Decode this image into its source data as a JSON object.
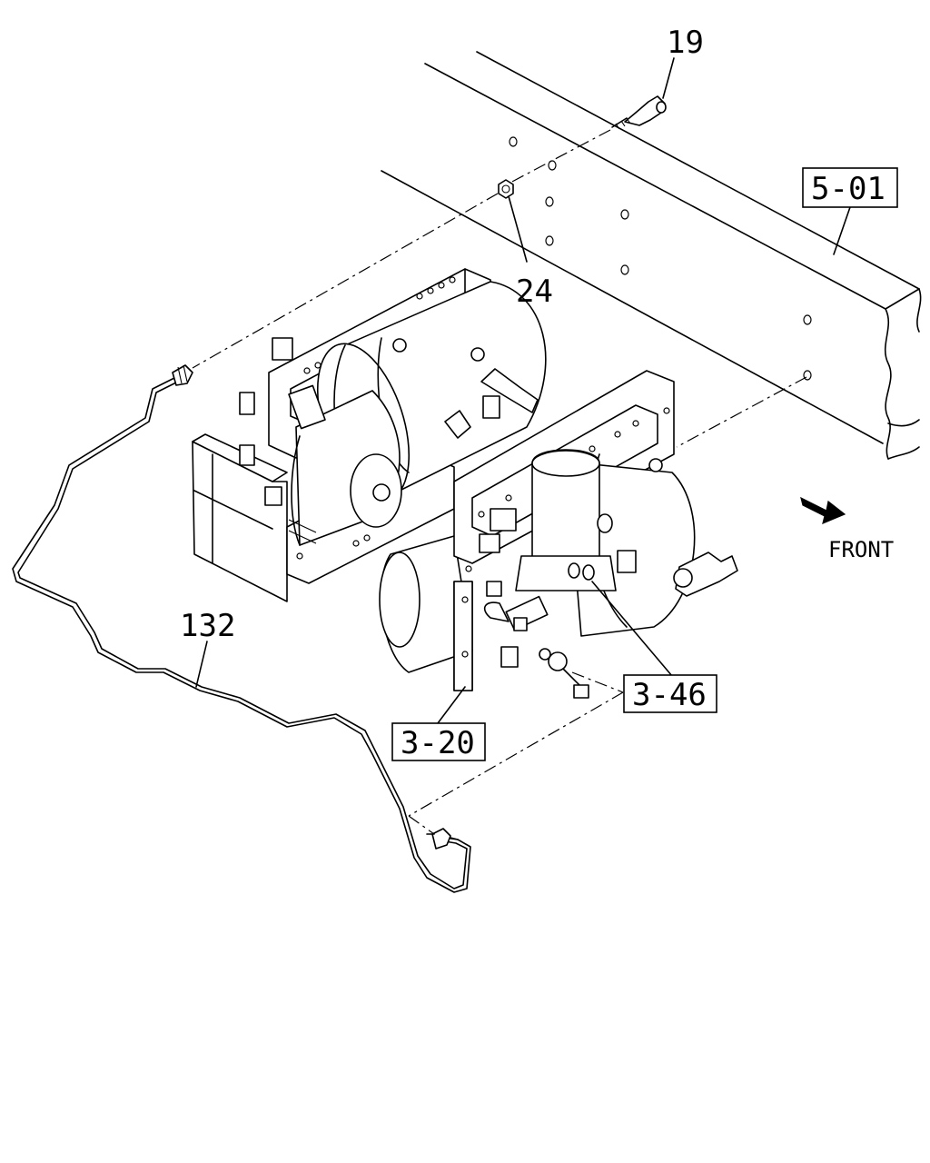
{
  "callouts": {
    "p19": "19",
    "p24": "24",
    "p132": "132",
    "ref_501": "5-01",
    "ref_346": "3-46",
    "ref_320": "3-20"
  },
  "direction": {
    "label": "FRONT",
    "icon": "arrow-icon"
  }
}
